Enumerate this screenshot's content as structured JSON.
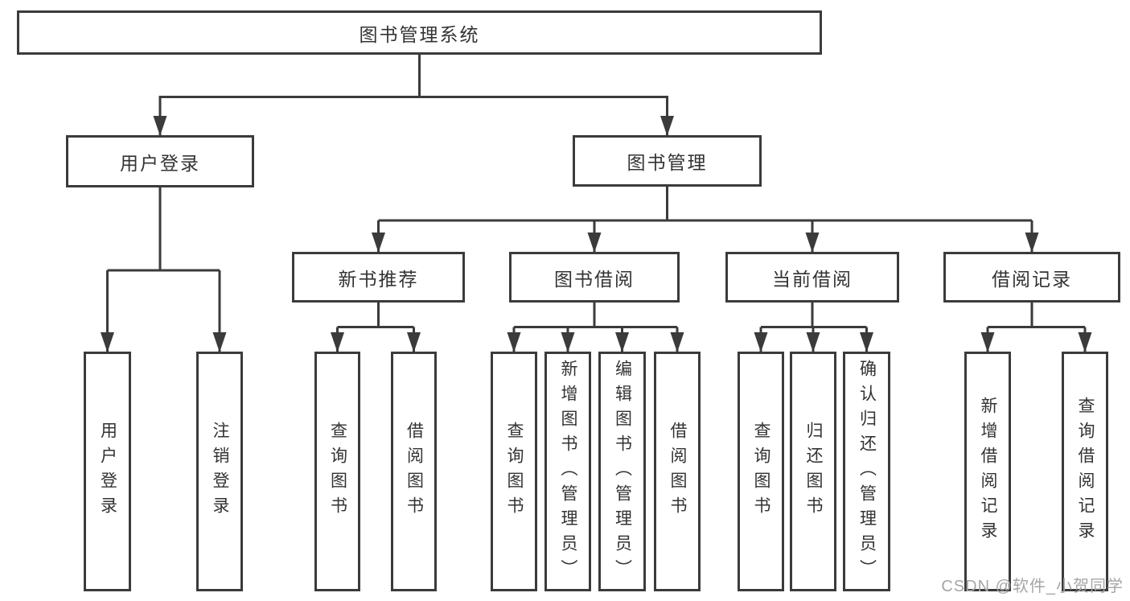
{
  "tree": {
    "root": {
      "label": "图书管理系统",
      "children": [
        {
          "label": "用户登录",
          "children": [
            {
              "label": "用户登录"
            },
            {
              "label": "注销登录"
            }
          ]
        },
        {
          "label": "图书管理",
          "children": [
            {
              "label": "新书推荐",
              "children": [
                {
                  "label": "查询图书"
                },
                {
                  "label": "借阅图书"
                }
              ]
            },
            {
              "label": "图书借阅",
              "children": [
                {
                  "label": "查询图书"
                },
                {
                  "label": "新增图书（管理员）"
                },
                {
                  "label": "编辑图书（管理员）"
                },
                {
                  "label": "借阅图书"
                }
              ]
            },
            {
              "label": "当前借阅",
              "children": [
                {
                  "label": "查询图书"
                },
                {
                  "label": "归还图书"
                },
                {
                  "label": "确认归还（管理员）"
                }
              ]
            },
            {
              "label": "借阅记录",
              "children": [
                {
                  "label": "新增借阅记录"
                },
                {
                  "label": "查询借阅记录"
                }
              ]
            }
          ]
        }
      ]
    }
  },
  "watermark": {
    "text": "CSDN @软件_小贺同学"
  },
  "colors": {
    "line": "#3b3b3b",
    "text": "#333333",
    "watermark": "#a6a6a6",
    "background": "#ffffff"
  }
}
